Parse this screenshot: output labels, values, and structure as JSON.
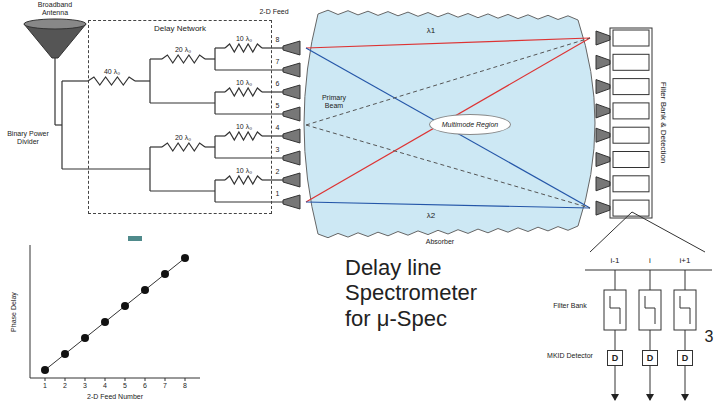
{
  "diagram": {
    "nodes": [
      {
        "text": [
          "Delay Network"
        ]
      },
      {
        "text": [
          "Multimode Region"
        ]
      },
      {
        "text": [
          "D"
        ]
      },
      {
        "text": [
          "D"
        ]
      },
      {
        "text": [
          "D"
        ]
      }
    ],
    "labels": [
      "Broadband Antenna",
      "Binary Power Divider",
      "40 λ₀",
      "20 λ₀",
      "10 λ₀",
      "10 λ₀",
      "20 λ₀",
      "10 λ₀",
      "10 λ₀",
      "2-D Feed",
      "8",
      "7",
      "6",
      "5",
      "4",
      "3",
      "2",
      "1",
      "λ1",
      "λ2",
      "Primary Beam",
      "Absorber",
      "Filter Bank & Detection",
      "Phase Delay",
      "2-D Feed Number",
      "1",
      "2",
      "3",
      "4",
      "5",
      "6",
      "7",
      "8",
      "Delay line Spectrometer for μ-Spec",
      "Filter Bank",
      "MKID Detector",
      "i-1",
      "i",
      "i+1",
      "3"
    ]
  }
}
